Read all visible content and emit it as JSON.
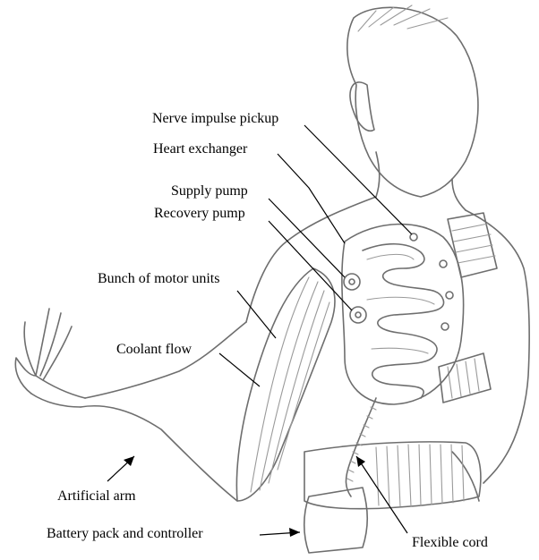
{
  "labels": {
    "nerve_impulse_pickup": "Nerve impulse pickup",
    "heart_exchanger": "Heart exchanger",
    "supply_pump": "Supply pump",
    "recovery_pump": "Recovery pump",
    "bunch_of_motor_units": "Bunch of motor units",
    "coolant_flow": "Coolant flow",
    "artificial_arm": "Artificial arm",
    "battery_pack_and_controller": "Battery pack and controller",
    "flexible_cord": "Flexible cord"
  },
  "colors": {
    "pencil": "#6e6e6e",
    "paper": "#ffffff",
    "text": "#000000"
  }
}
